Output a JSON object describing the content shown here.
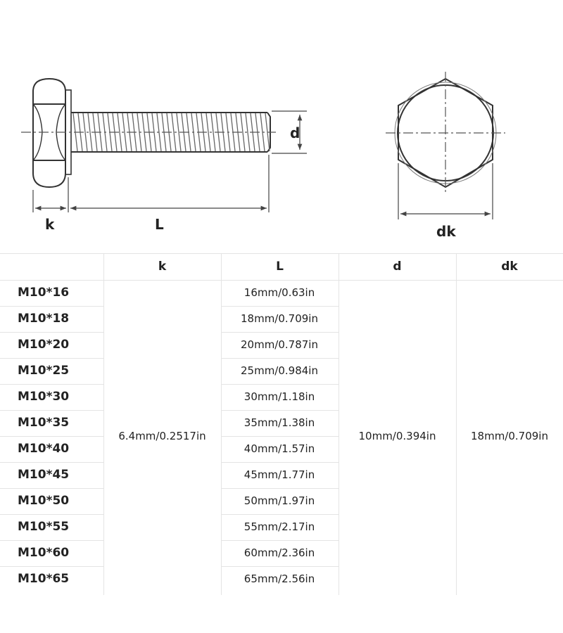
{
  "diagram": {
    "label_k": "k",
    "label_L": "L",
    "label_d": "d",
    "label_dk": "dk"
  },
  "table": {
    "headers": [
      "",
      "k",
      "L",
      "d",
      "dk"
    ],
    "k_value": "6.4mm/0.2517in",
    "d_value": "10mm/0.394in",
    "dk_value": "18mm/0.709in",
    "rows": [
      {
        "name": "M10*16",
        "L": "16mm/0.63in"
      },
      {
        "name": "M10*18",
        "L": "18mm/0.709in"
      },
      {
        "name": "M10*20",
        "L": "20mm/0.787in"
      },
      {
        "name": "M10*25",
        "L": "25mm/0.984in"
      },
      {
        "name": "M10*30",
        "L": "30mm/1.18in"
      },
      {
        "name": "M10*35",
        "L": "35mm/1.38in"
      },
      {
        "name": "M10*40",
        "L": "40mm/1.57in"
      },
      {
        "name": "M10*45",
        "L": "45mm/1.77in"
      },
      {
        "name": "M10*50",
        "L": "50mm/1.97in"
      },
      {
        "name": "M10*55",
        "L": "55mm/2.17in"
      },
      {
        "name": "M10*60",
        "L": "60mm/2.36in"
      },
      {
        "name": "M10*65",
        "L": "65mm/2.56in"
      }
    ]
  }
}
